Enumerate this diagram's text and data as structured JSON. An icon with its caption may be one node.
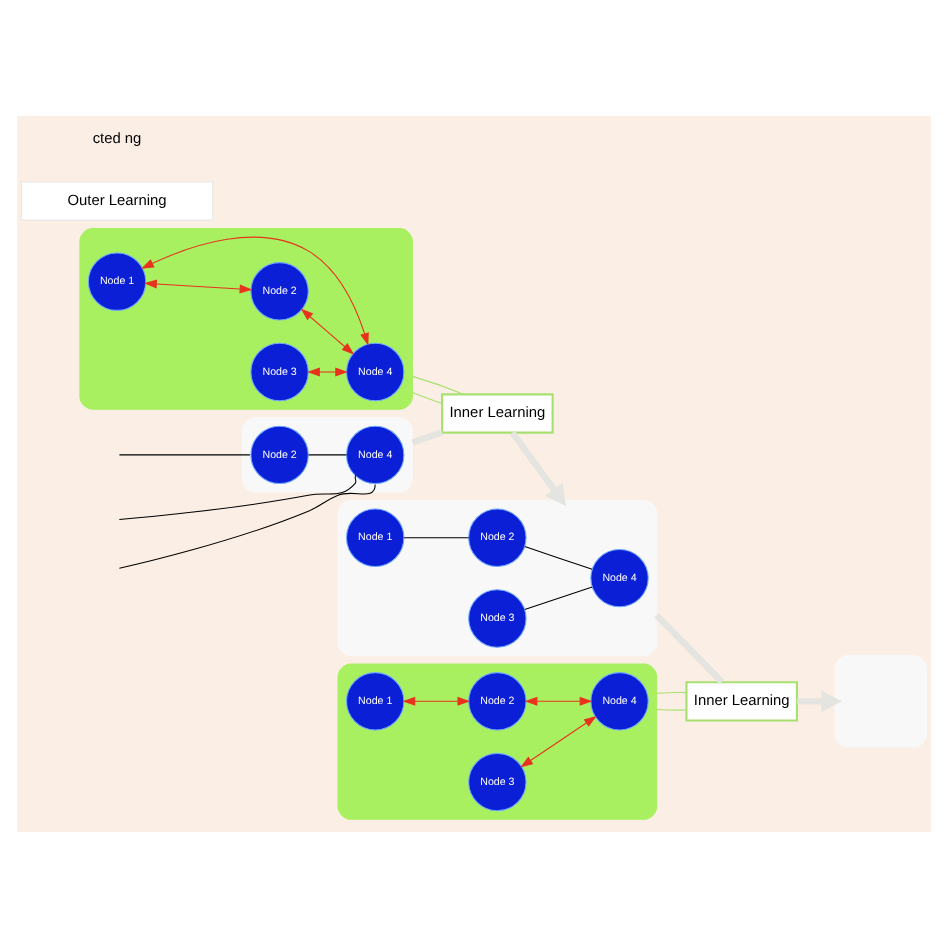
{
  "diagram": {
    "nodes": [
      {
        "text": [],
        "shape": "box"
      },
      {
        "text": [
          "Node 1"
        ],
        "in": 0
      },
      {
        "text": [
          "Node 2"
        ],
        "in": 0
      },
      {
        "text": [
          "Node 3"
        ],
        "in": 0
      },
      {
        "text": [
          "Node 4"
        ],
        "in": 0
      },
      {
        "text": [],
        "shape": "box"
      },
      {
        "text": [
          "Node 1"
        ],
        "in": 5
      },
      {
        "text": [
          "Node 2"
        ],
        "in": 5
      },
      {
        "text": [
          "Node 3"
        ],
        "in": 5
      },
      {
        "text": [
          "Node 4"
        ],
        "in": 5
      },
      {
        "text": [],
        "shape": "box"
      },
      {
        "text": [
          "Node 2"
        ],
        "in": 10
      },
      {
        "text": [
          "Node 4"
        ],
        "in": 10
      },
      {
        "text": [
          "Inner Learning"
        ]
      },
      {
        "text": [],
        "shape": "box"
      },
      {
        "text": [
          "Node 1"
        ],
        "in": 14
      },
      {
        "text": [
          "Node 2"
        ],
        "in": 14
      },
      {
        "text": [
          "Node 3"
        ],
        "in": 14
      },
      {
        "text": [
          "Node 4"
        ],
        "in": 14
      },
      {
        "text": [
          "Inner Learning"
        ]
      },
      {
        "text": [],
        "shape": "box"
      },
      {
        "text": [
          "Outer Learning"
        ]
      }
    ],
    "edges": [
      {
        "from": 1,
        "to": 2,
        "arrow": "both",
        "color": "#e8321e"
      },
      {
        "from": 1,
        "to": 4,
        "arrow": "both",
        "color": "#e8321e"
      },
      {
        "from": 2,
        "to": 4,
        "arrow": "both",
        "color": "#e8321e"
      },
      {
        "from": 3,
        "to": 4,
        "arrow": "both",
        "color": "#e8321e"
      },
      {
        "from": 6,
        "to": 7,
        "arrow": "both",
        "color": "#e8321e"
      },
      {
        "from": 7,
        "to": 9,
        "arrow": "both",
        "color": "#e8321e"
      },
      {
        "from": 8,
        "to": 9,
        "arrow": "both",
        "color": "#e8321e"
      },
      {
        "from": null,
        "to": 11,
        "arrow": "none",
        "color": "#000000"
      },
      {
        "from": null,
        "to": 12,
        "arrow": "none",
        "color": "#000000"
      },
      {
        "from": null,
        "to": 12,
        "arrow": "none",
        "color": "#000000"
      },
      {
        "from": 11,
        "to": 12,
        "arrow": "none",
        "color": "#000000"
      },
      {
        "from": 15,
        "to": 16,
        "arrow": "none",
        "color": "#000000"
      },
      {
        "from": 16,
        "to": 18,
        "arrow": "none",
        "color": "#000000"
      },
      {
        "from": 17,
        "to": 18,
        "arrow": "none",
        "color": "#000000"
      },
      {
        "from": 0,
        "to": 13,
        "arrow": "none",
        "color": "#a8e070"
      },
      {
        "from": 0,
        "to": 13,
        "arrow": "none",
        "color": "#a8e070"
      },
      {
        "from": 5,
        "to": 19,
        "arrow": "none",
        "color": "#a8e070"
      },
      {
        "from": 5,
        "to": 19,
        "arrow": "none",
        "color": "#a8e070"
      },
      {
        "from": 10,
        "to": 13,
        "arrow": "none",
        "style": "thick",
        "color": "#e4e4e0"
      },
      {
        "from": 13,
        "to": 14,
        "arrow": "to",
        "style": "thick",
        "color": "#e4e4e0"
      },
      {
        "from": 14,
        "to": 19,
        "arrow": "none",
        "style": "thick",
        "color": "#e4e4e0"
      },
      {
        "from": 19,
        "to": 20,
        "arrow": "to",
        "style": "thick",
        "color": "#e4e4e0"
      }
    ],
    "labels": [
      "cted ng"
    ]
  }
}
